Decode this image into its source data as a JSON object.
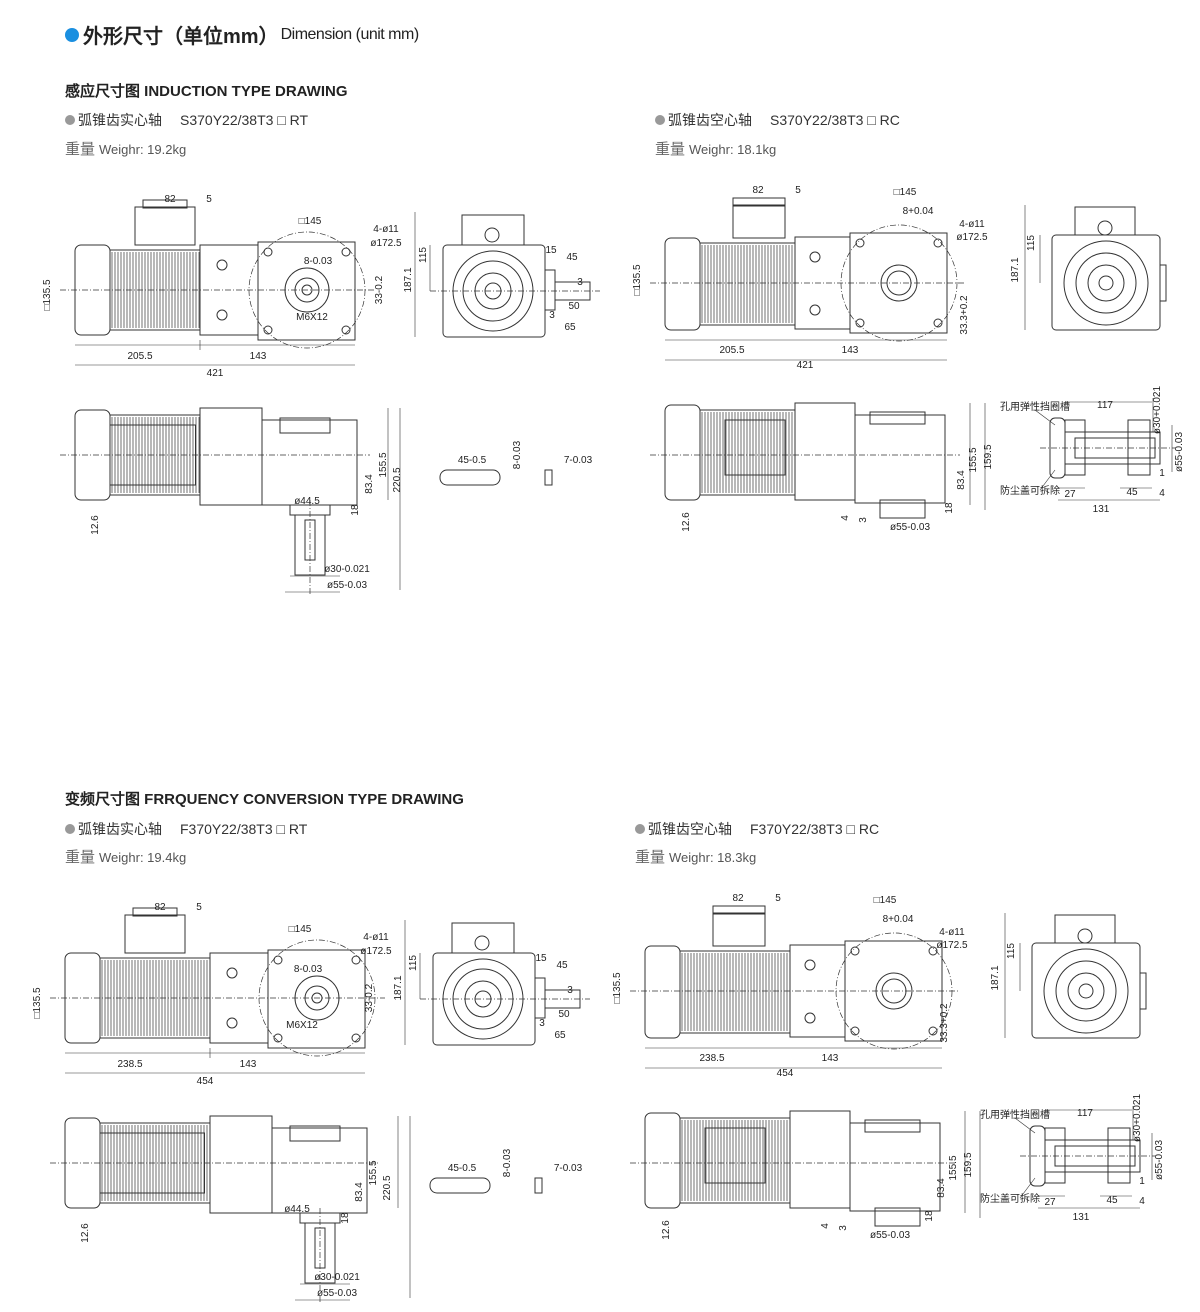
{
  "header": {
    "title_cn": "外形尺寸（单位mm）",
    "title_en": "Dimension (unit mm)",
    "accent": "#1a8fe0"
  },
  "sections": [
    {
      "title": "感应尺寸图 INDUCTION TYPE DRAWING",
      "panels": [
        {
          "type": "solid",
          "shaft": "弧锥齿实心轴",
          "model": "S370Y22/38T3 □ RT",
          "weight_cn": "重量",
          "weight": "Weighr: 19.2kg",
          "dims": {
            "d82": "82",
            "d5": "5",
            "sq145": "□145",
            "hole": "4-ø11",
            "pcd": "ø172.5",
            "key8": "8-0.03",
            "h33": "33-0.2",
            "m6": "M6X12",
            "sq135": "□135.5",
            "len1": "205.5",
            "len2": "143",
            "total": "421",
            "h187": "187.1",
            "h115": "115",
            "s15": "15",
            "s45": "45",
            "s3a": "3",
            "s50": "50",
            "s3b": "3",
            "s65": "65",
            "v155": "155.5",
            "v220": "220.5",
            "v83": "83.4",
            "v18": "18",
            "d44": "ø44.5",
            "v12": "12.6",
            "d30": "ø30-0.021",
            "d55": "ø55-0.03",
            "k45": "45-0.5",
            "k8": "8-0.03",
            "k7": "7-0.03"
          }
        },
        {
          "type": "hollow",
          "shaft": "弧锥齿空心轴",
          "model": "S370Y22/38T3 □ RC",
          "weight_cn": "重量",
          "weight": "Weighr: 18.1kg",
          "dims": {
            "d82": "82",
            "d5": "5",
            "sq145": "□145",
            "key8": "8+0.04",
            "hole": "4-ø11",
            "pcd": "ø172.5",
            "h33": "33.3+0.2",
            "sq135": "□135.5",
            "len1": "205.5",
            "len2": "143",
            "total": "421",
            "h187": "187.1",
            "h115": "115",
            "v155": "155.5",
            "v159": "159.5",
            "v83": "83.4",
            "v18": "18",
            "v12": "12.6",
            "v4": "4",
            "v3": "3",
            "d55": "ø55-0.03",
            "note1": "孔用弹性挡圈槽",
            "note2": "防尘盖可拆除",
            "h117": "117",
            "h30": "ø30+0.021",
            "h55": "ø55-0.03",
            "h1": "1",
            "h4": "4",
            "h27": "27",
            "h45": "45",
            "h131": "131"
          }
        }
      ]
    },
    {
      "title": "变频尺寸图 FRRQUENCY CONVERSION TYPE DRAWING",
      "panels": [
        {
          "type": "solid",
          "shaft": "弧锥齿实心轴",
          "model": "F370Y22/38T3 □ RT",
          "weight_cn": "重量",
          "weight": "Weighr: 19.4kg",
          "dims": {
            "d82": "82",
            "d5": "5",
            "sq145": "□145",
            "hole": "4-ø11",
            "pcd": "ø172.5",
            "key8": "8-0.03",
            "h33": "33-0.2",
            "m6": "M6X12",
            "sq135": "□135.5",
            "len1": "238.5",
            "len2": "143",
            "total": "454",
            "h187": "187.1",
            "h115": "115",
            "s15": "15",
            "s45": "45",
            "s3a": "3",
            "s50": "50",
            "s3b": "3",
            "s65": "65",
            "v155": "155.5",
            "v220": "220.5",
            "v83": "83.4",
            "v18": "18",
            "d44": "ø44.5",
            "v12": "12.6",
            "d30": "ø30-0.021",
            "d55": "ø55-0.03",
            "k45": "45-0.5",
            "k8": "8-0.03",
            "k7": "7-0.03"
          }
        },
        {
          "type": "hollow",
          "shaft": "弧锥齿空心轴",
          "model": "F370Y22/38T3 □ RC",
          "weight_cn": "重量",
          "weight": "Weighr: 18.3kg",
          "dims": {
            "d82": "82",
            "d5": "5",
            "sq145": "□145",
            "key8": "8+0.04",
            "hole": "4-ø11",
            "pcd": "ø172.5",
            "h33": "33.3+0.2",
            "sq135": "□135.5",
            "len1": "238.5",
            "len2": "143",
            "total": "454",
            "h187": "187.1",
            "h115": "115",
            "v155": "155.5",
            "v159": "159.5",
            "v83": "83.4",
            "v18": "18",
            "v12": "12.6",
            "v4": "4",
            "v3": "3",
            "d55": "ø55-0.03",
            "note1": "孔用弹性挡圈槽",
            "note2": "防尘盖可拆除",
            "h117": "117",
            "h30": "ø30+0.021",
            "h55": "ø55-0.03",
            "h1": "1",
            "h4": "4",
            "h27": "27",
            "h45": "45",
            "h131": "131"
          }
        }
      ]
    }
  ]
}
